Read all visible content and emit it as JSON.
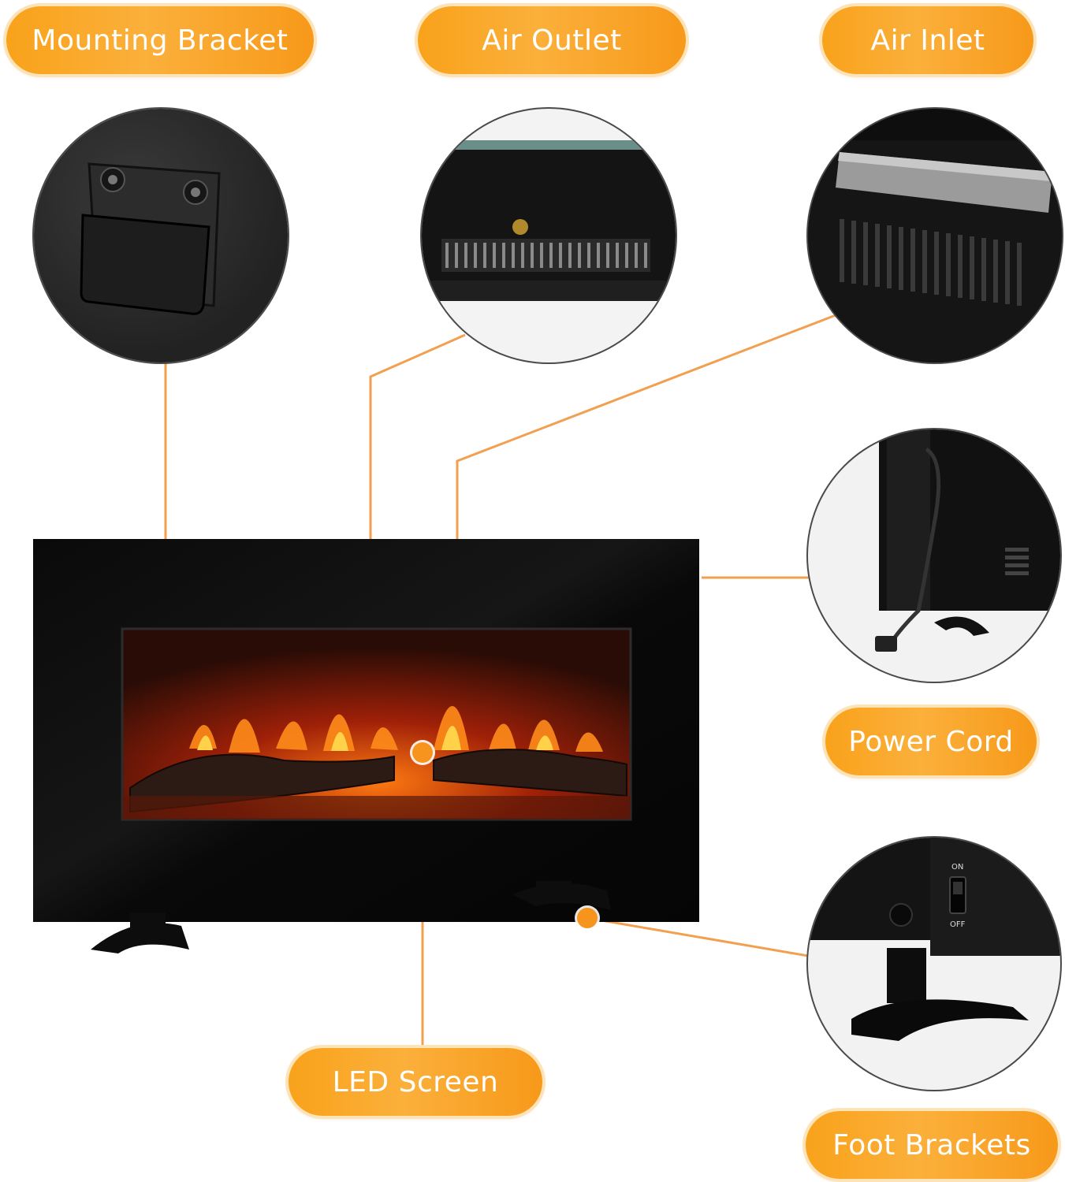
{
  "callouts": {
    "mounting_bracket": "Mounting Bracket",
    "air_outlet": "Air Outlet",
    "air_inlet": "Air Inlet",
    "power_cord": "Power Cord",
    "led_screen": "LED Screen",
    "foot_brackets": "Foot Brackets"
  },
  "switch": {
    "on": "ON",
    "off": "OFF"
  },
  "colors": {
    "accent": "#f7941d",
    "panel": "#0b0b0b"
  }
}
